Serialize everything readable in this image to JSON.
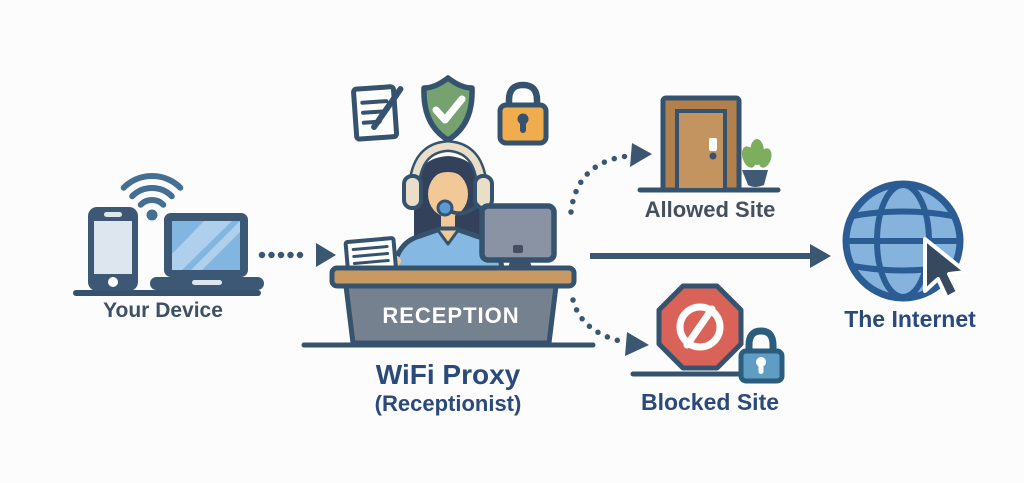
{
  "device": {
    "label": "Your Device"
  },
  "proxy": {
    "desk_sign": "RECEPTION",
    "title": "WiFi Proxy",
    "subtitle": "(Receptionist)"
  },
  "allowed_site": {
    "label": "Allowed Site"
  },
  "blocked_site": {
    "label": "Blocked Site"
  },
  "internet": {
    "label": "The Internet"
  },
  "icons": {
    "smartphone-icon": "svg rounded-rect phone",
    "wifi-signal-icon": "svg three arcs + dot",
    "laptop-icon": "svg screen + base",
    "checklist-pen-icon": "svg page with lines and pen",
    "shield-check-icon": "svg green shield with white check",
    "padlock-amber-icon": "svg amber padlock",
    "receptionist-icon": "svg woman with headset",
    "paper-icon": "svg lined sheet on desk",
    "monitor-icon": "svg gray monitor with stand",
    "desk-icon": "svg wooden desk with gray front panel",
    "door-icon": "svg brown door with knob",
    "plant-icon": "svg green plant in pot",
    "stop-sign-icon": "svg red octagon with white prohibition",
    "padlock-blue-icon": "svg blue padlock",
    "globe-icon": "svg blue globe with grid",
    "cursor-icon": "svg navy mouse pointer with white border",
    "dotted-arrow-icon": "svg dotted line with triangular head",
    "solid-arrow-icon": "svg solid line with triangular head"
  },
  "colors": {
    "outline": "#35536f",
    "arrow": "#3a5670",
    "text_navy": "#2a4a7c",
    "text_slate": "#3e5066",
    "text_gray": "#46505c",
    "device_body": "#3c5875",
    "screen_blue": "#82b5e0",
    "screen_highlight": "#aed0ec",
    "screen_pale": "#dde6ee",
    "wifi": "#456f92",
    "doc_white": "#ffffff",
    "shield_green": "#76a271",
    "lock_amber": "#f0ad4d",
    "hair": "#33415a",
    "skin": "#f2c897",
    "headset": "#e9dfc9",
    "shirt": "#85b8e2",
    "mic_blue": "#5b9bd5",
    "monitor_gray": "#8a93a3",
    "stand_dark": "#445062",
    "desk_wood": "#c89a62",
    "desk_gray": "#76818f",
    "door_brown": "#b2804c",
    "door_inner": "#c3945f",
    "plant_green": "#7dae5e",
    "pot_dark": "#3f5a74",
    "stop_red": "#d96358",
    "lock_blue": "#5f9dc4",
    "lock_blue_dark": "#2b5d7f",
    "globe_fill": "#85b3de",
    "globe_line": "#2c5c94",
    "cursor_dark": "#37495f",
    "reception_text": "#ffffff",
    "background": "#fcfcfc"
  }
}
